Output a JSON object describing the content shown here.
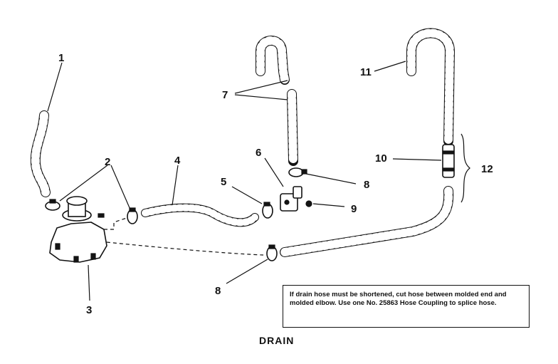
{
  "diagram": {
    "caption": "DRAIN",
    "note": "If drain hose must be shortened, cut hose between molded end and molded elbow. Use one No. 25863 Hose Coupling to splice hose.",
    "callouts": [
      "1",
      "2",
      "3",
      "4",
      "5",
      "6",
      "7",
      "8",
      "8",
      "9",
      "10",
      "11",
      "12"
    ]
  }
}
